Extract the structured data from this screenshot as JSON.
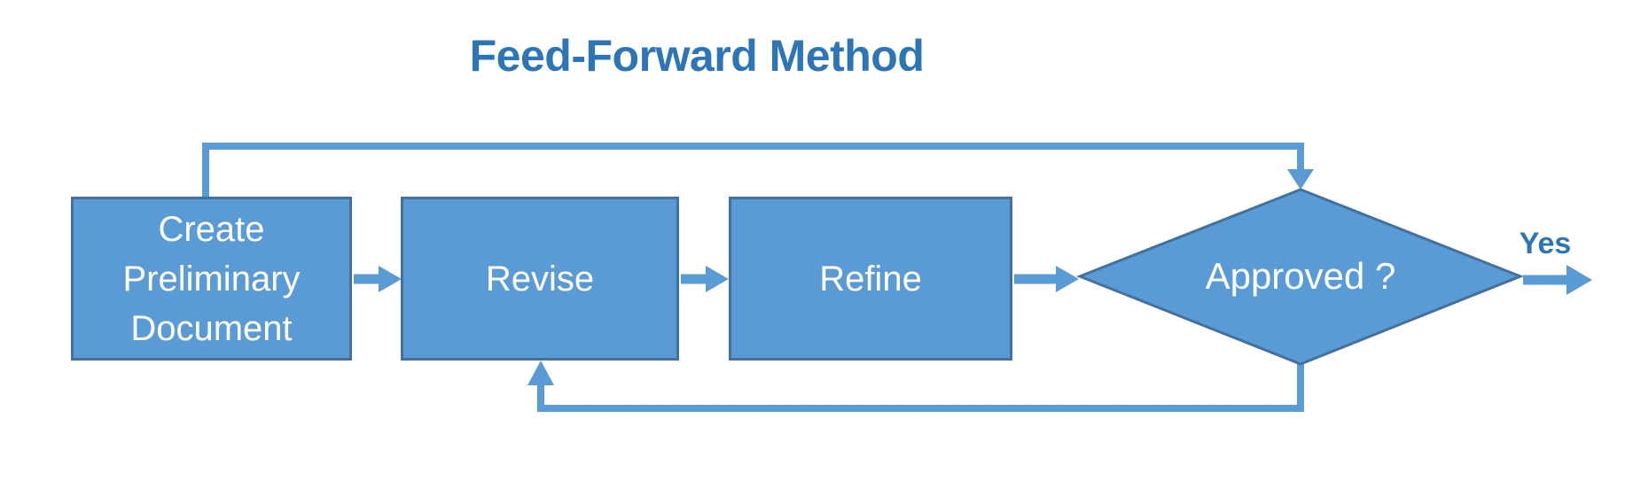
{
  "title": "Feed-Forward Method",
  "colors": {
    "shape_fill": "#5b9bd5",
    "shape_border": "#41719c",
    "connector": "#5b9bd5",
    "title_text": "#2e75b6",
    "yes_label_text": "#2e75b6",
    "shape_text": "#ffffff",
    "background": "#ffffff"
  },
  "diagram": {
    "type": "flowchart",
    "nodes": [
      {
        "id": "create-preliminary-document",
        "shape": "rectangle",
        "label": "Create Preliminary Document"
      },
      {
        "id": "revise",
        "shape": "rectangle",
        "label": "Revise"
      },
      {
        "id": "refine",
        "shape": "rectangle",
        "label": "Refine"
      },
      {
        "id": "approved",
        "shape": "diamond",
        "label": "Approved ?"
      }
    ],
    "edges": [
      {
        "from": "create-preliminary-document",
        "to": "revise"
      },
      {
        "from": "revise",
        "to": "refine"
      },
      {
        "from": "refine",
        "to": "approved"
      },
      {
        "from": "approved",
        "to": "exit-right",
        "label": "Yes"
      },
      {
        "from": "create-preliminary-document",
        "to": "approved",
        "route": "feed-forward-over-top"
      },
      {
        "from": "approved",
        "to": "revise",
        "route": "feedback-under-bottom"
      }
    ]
  }
}
